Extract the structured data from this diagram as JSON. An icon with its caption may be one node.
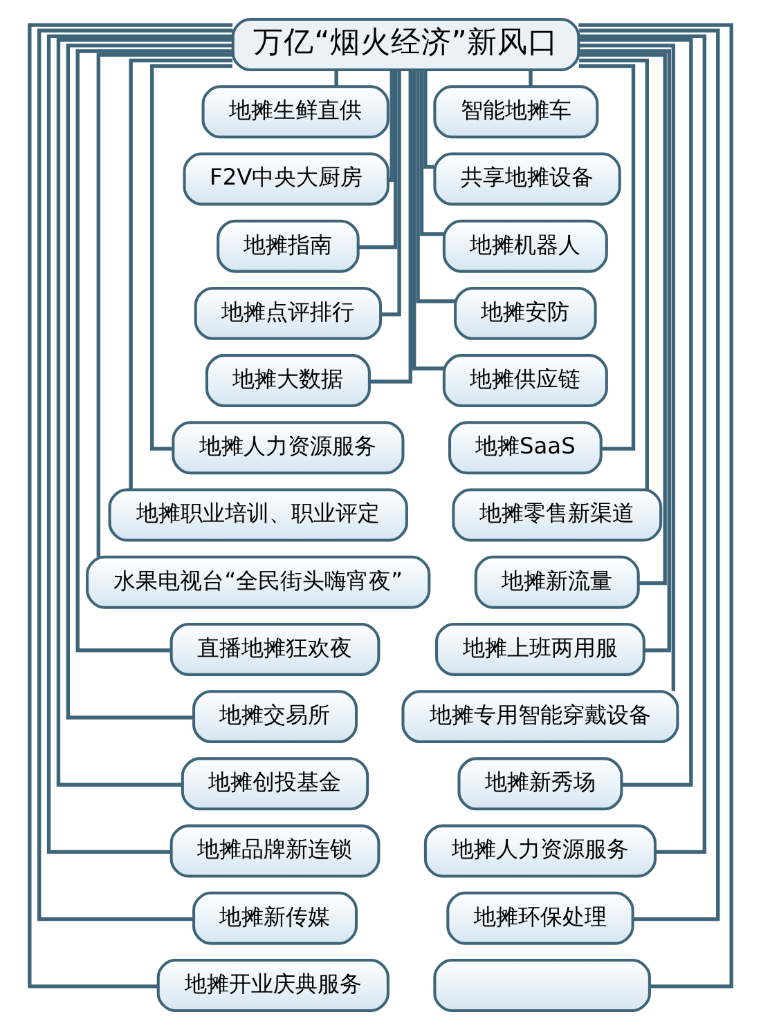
{
  "diagram": {
    "nodes": [
      {
        "text": [
          "万亿“烟火经济”新风口"
        ]
      },
      {
        "text": [
          "地摊生鲜直供"
        ]
      },
      {
        "text": [
          "智能地摊车"
        ]
      },
      {
        "text": [
          "F2V中央大厨房"
        ]
      },
      {
        "text": [
          "共享地摊设备"
        ]
      },
      {
        "text": [
          "地摊指南"
        ]
      },
      {
        "text": [
          "地摊机器人"
        ]
      },
      {
        "text": [
          "地摊点评排行"
        ]
      },
      {
        "text": [
          "地摊安防"
        ]
      },
      {
        "text": [
          "地摊大数据"
        ]
      },
      {
        "text": [
          "地摊供应链"
        ]
      },
      {
        "text": [
          "地摊人力资源服务"
        ]
      },
      {
        "text": [
          "地摊SaaS"
        ]
      },
      {
        "text": [
          "地摊职业培训、职业评定"
        ]
      },
      {
        "text": [
          "地摊零售新渠道"
        ]
      },
      {
        "text": [
          "水果电视台“全民街头嗨宵夜”"
        ]
      },
      {
        "text": [
          "地摊新流量"
        ]
      },
      {
        "text": [
          "直播地摊狂欢夜"
        ]
      },
      {
        "text": [
          "地摊上班两用服"
        ]
      },
      {
        "text": [
          "地摊交易所"
        ]
      },
      {
        "text": [
          "地摊专用智能穿戴设备"
        ]
      },
      {
        "text": [
          "地摊创投基金"
        ]
      },
      {
        "text": [
          "地摊新秀场"
        ]
      },
      {
        "text": [
          "地摊品牌新连锁"
        ]
      },
      {
        "text": [
          "地摊人力资源服务"
        ]
      },
      {
        "text": [
          "地摊新传媒"
        ]
      },
      {
        "text": [
          "地摊环保处理"
        ]
      },
      {
        "text": [
          "地摊开业庆典服务"
        ]
      },
      {
        "text": [],
        "shape": "box"
      }
    ],
    "edges": [
      {
        "from": 0,
        "to": 1,
        "arrow": "none"
      },
      {
        "from": 0,
        "to": 2,
        "arrow": "none"
      },
      {
        "from": 0,
        "to": 3,
        "arrow": "none"
      },
      {
        "from": 0,
        "to": 4,
        "arrow": "none"
      },
      {
        "from": 0,
        "to": 5,
        "arrow": "none"
      },
      {
        "from": 0,
        "to": 6,
        "arrow": "none"
      },
      {
        "from": 0,
        "to": 7,
        "arrow": "none"
      },
      {
        "from": 0,
        "to": 8,
        "arrow": "none"
      },
      {
        "from": 0,
        "to": 9,
        "arrow": "none"
      },
      {
        "from": 0,
        "to": 10,
        "arrow": "none"
      },
      {
        "from": 0,
        "to": 11,
        "arrow": "none"
      },
      {
        "from": 0,
        "to": 12,
        "arrow": "none"
      },
      {
        "from": 0,
        "to": 13,
        "arrow": "none"
      },
      {
        "from": 0,
        "to": 14,
        "arrow": "none"
      },
      {
        "from": 0,
        "to": 15,
        "arrow": "none"
      },
      {
        "from": 0,
        "to": 16,
        "arrow": "none"
      },
      {
        "from": 0,
        "to": 17,
        "arrow": "none"
      },
      {
        "from": 0,
        "to": 18,
        "arrow": "none"
      },
      {
        "from": 0,
        "to": 19,
        "arrow": "none"
      },
      {
        "from": 0,
        "to": 20,
        "arrow": "none"
      },
      {
        "from": 0,
        "to": 21,
        "arrow": "none"
      },
      {
        "from": 0,
        "to": 22,
        "arrow": "none"
      },
      {
        "from": 0,
        "to": 23,
        "arrow": "none"
      },
      {
        "from": 0,
        "to": 24,
        "arrow": "none"
      },
      {
        "from": 0,
        "to": 25,
        "arrow": "none"
      },
      {
        "from": 0,
        "to": 26,
        "arrow": "none"
      },
      {
        "from": 0,
        "to": 27,
        "arrow": "none"
      },
      {
        "from": 0,
        "to": 28,
        "arrow": "none"
      }
    ]
  }
}
